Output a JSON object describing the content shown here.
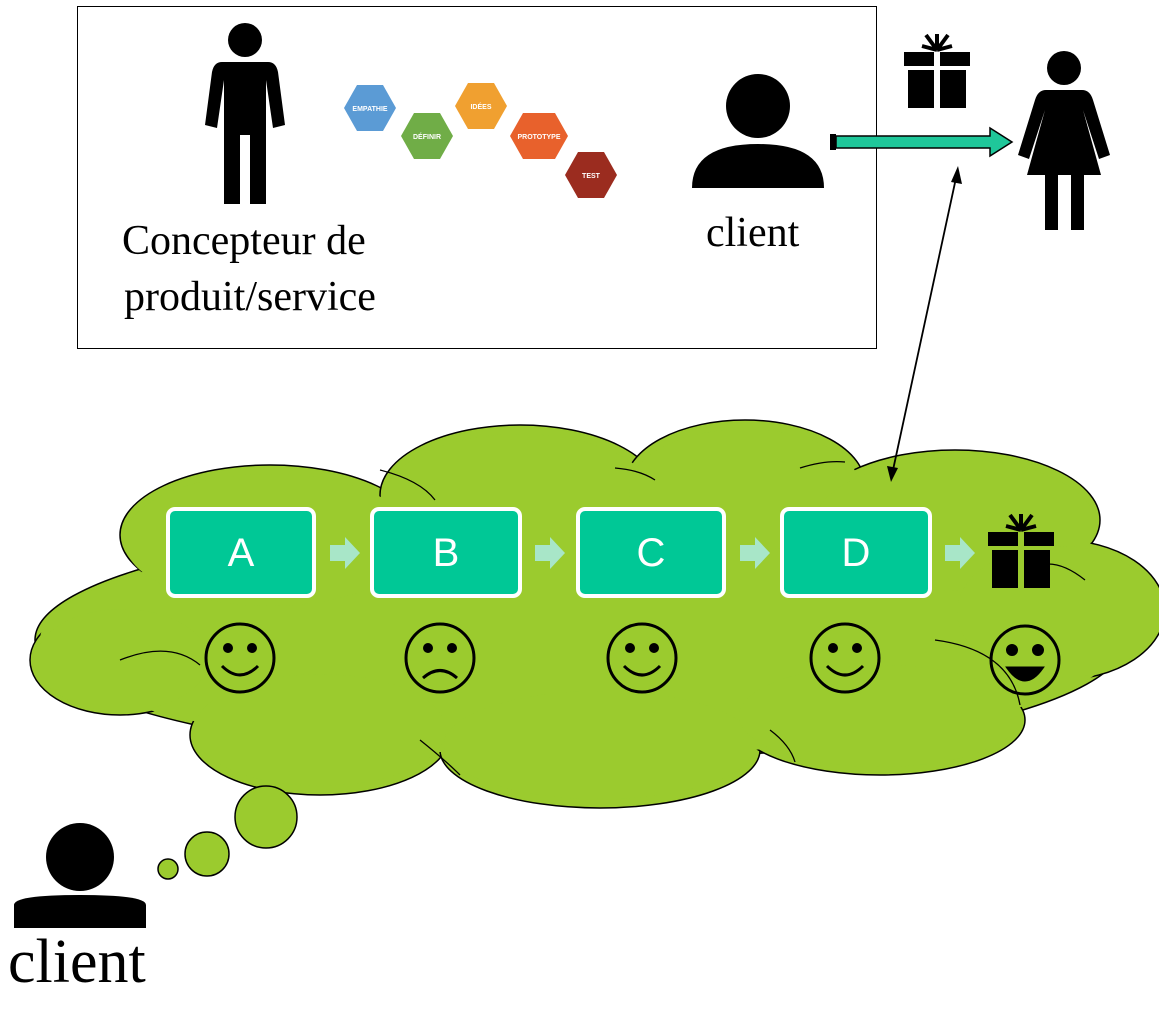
{
  "designer_label_line1": "Concepteur de",
  "designer_label_line2": "produit/service",
  "client_label_top": "client",
  "client_label_bottom": "client",
  "process_hexagons": [
    "EMPATHIE",
    "DÉFINIR",
    "IDÉES",
    "PROTOTYPE",
    "TEST"
  ],
  "hexagon_colors": [
    "#5b9bd5",
    "#70ad47",
    "#f0a030",
    "#e8612c",
    "#9b2c1f"
  ],
  "journey_steps": [
    "A",
    "B",
    "C",
    "D"
  ],
  "step_moods": [
    "happy",
    "sad",
    "happy",
    "happy"
  ],
  "final_mood": "very-happy",
  "colors": {
    "cloud_fill": "#9bcb2e",
    "step_fill": "#00c896",
    "arrow_fill": "#1fc79a",
    "chevron_fill": "#a8e6c8"
  }
}
